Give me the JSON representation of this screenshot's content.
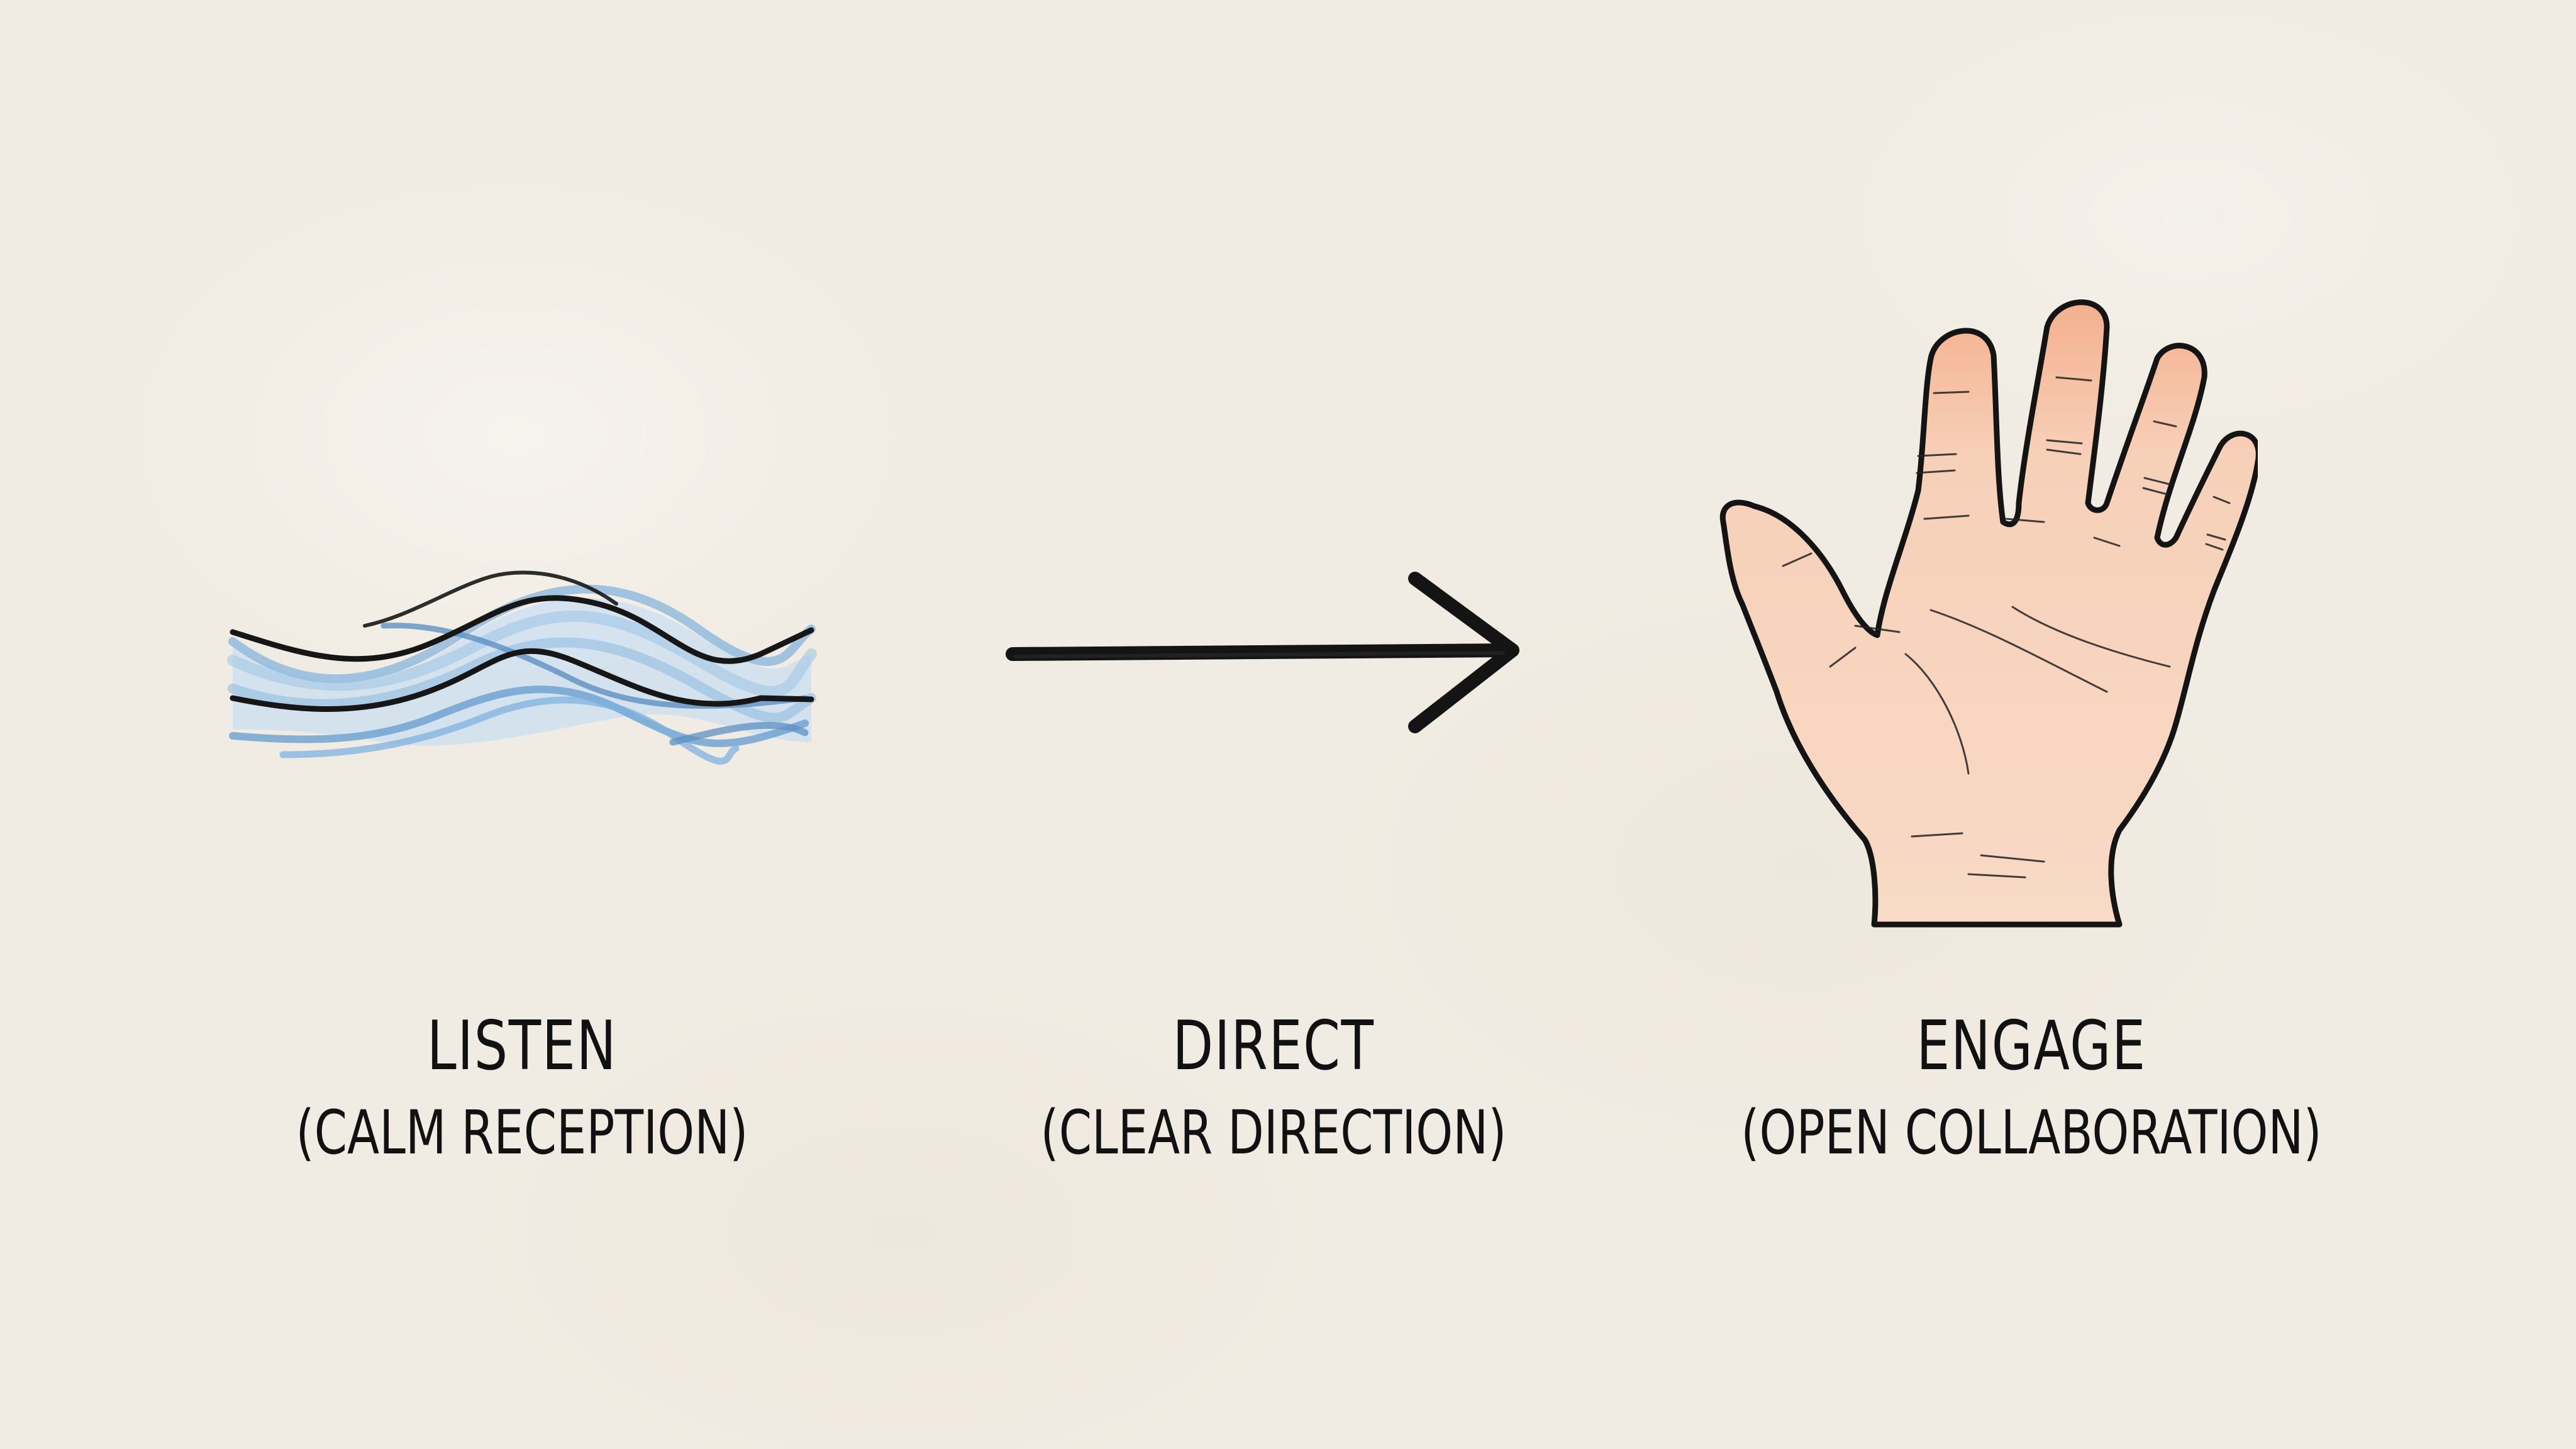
{
  "diagram": {
    "type": "three-step flow",
    "background_color": "#f1ece3",
    "steps": [
      {
        "icon": "waves-icon",
        "title": "LISTEN",
        "subtitle": "(CALM RECEPTION)",
        "colors": {
          "primary": "#6fa5d6",
          "light": "#b9d6ee",
          "outline": "#111111"
        }
      },
      {
        "icon": "arrow-right-icon",
        "title": "DIRECT",
        "subtitle": "(CLEAR DIRECTION)",
        "colors": {
          "outline": "#111111"
        }
      },
      {
        "icon": "open-hand-icon",
        "title": "ENGAGE",
        "subtitle": "(OPEN COLLABORATION)",
        "colors": {
          "skin": "#f6d2ba",
          "shade": "#f0a884",
          "outline": "#111111"
        }
      }
    ]
  }
}
